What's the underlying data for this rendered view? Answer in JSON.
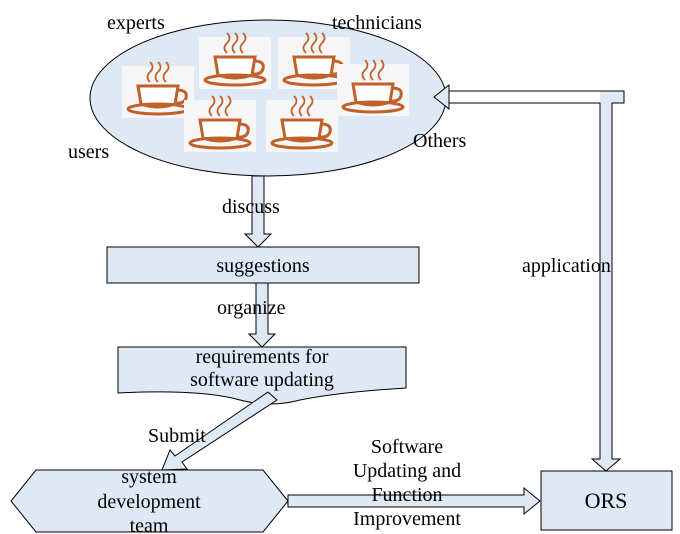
{
  "colors": {
    "box_fill": "#dfe9f5",
    "stroke": "#000000",
    "cup": "#c0602a",
    "cup_backdrop": "#f6f6f6"
  },
  "icons": [
    "coffee-cup-icon"
  ],
  "nodes": {
    "stakeholders": {
      "experts": "experts",
      "technicians": "technicians",
      "users": "users",
      "others": "Others"
    },
    "suggestions": "suggestions",
    "requirements": {
      "line1": "requirements for",
      "line2": "software updating"
    },
    "dev_team": {
      "line1": "system",
      "line2": "development",
      "line3": "team"
    },
    "ors": "ORS"
  },
  "edges": {
    "discuss": "discuss",
    "organize": "organize",
    "submit": "Submit",
    "application": "application",
    "improvement": {
      "line1": "Software",
      "line2": "Updating and",
      "line3": "Function",
      "line4": "Improvement"
    }
  }
}
